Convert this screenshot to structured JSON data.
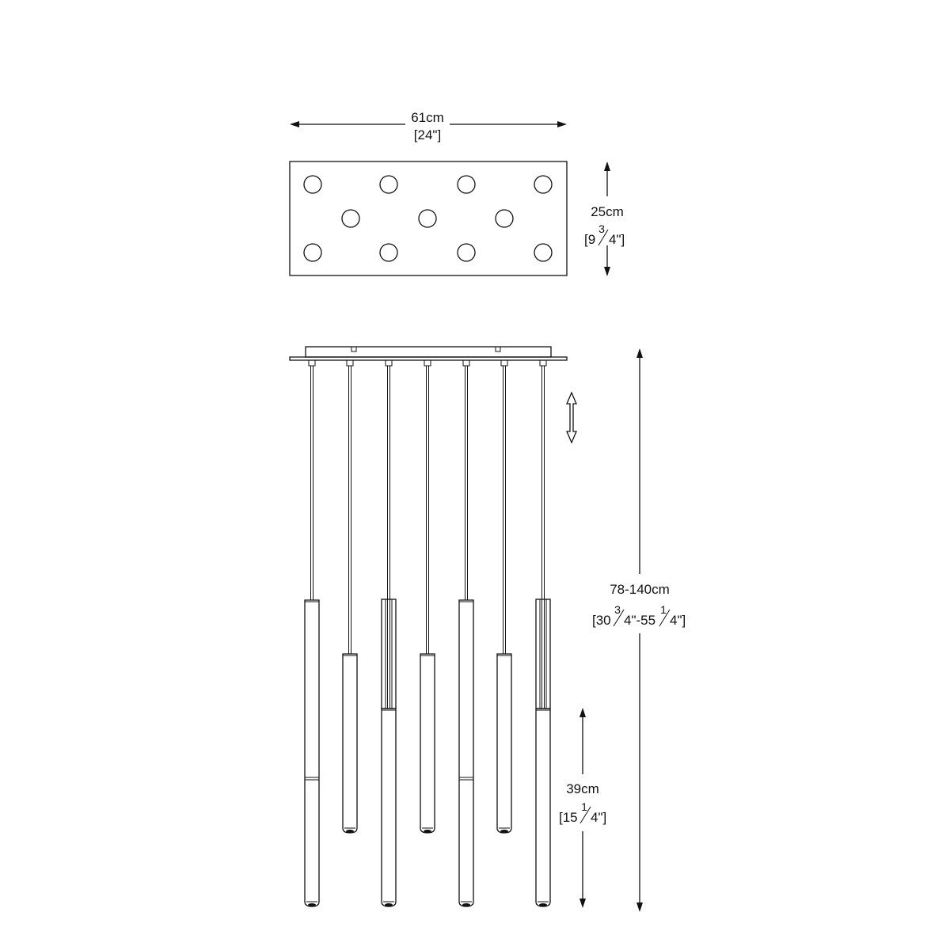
{
  "dimensions": {
    "width": {
      "metric": "61cm",
      "imperial": "[24\"]"
    },
    "depth": {
      "metric": "25cm",
      "imperial_open": "[9",
      "imperial_num": "3",
      "imperial_den": "4\"]"
    },
    "height": {
      "metric": "78-140cm",
      "imperial_open": "[30",
      "imperial_num1": "3",
      "imperial_mid": "4\"-55",
      "imperial_num2": "1",
      "imperial_den2": "4\"]"
    },
    "shade": {
      "metric": "39cm",
      "imperial_open": "[15",
      "imperial_num": "1",
      "imperial_den": "4\"]"
    }
  }
}
